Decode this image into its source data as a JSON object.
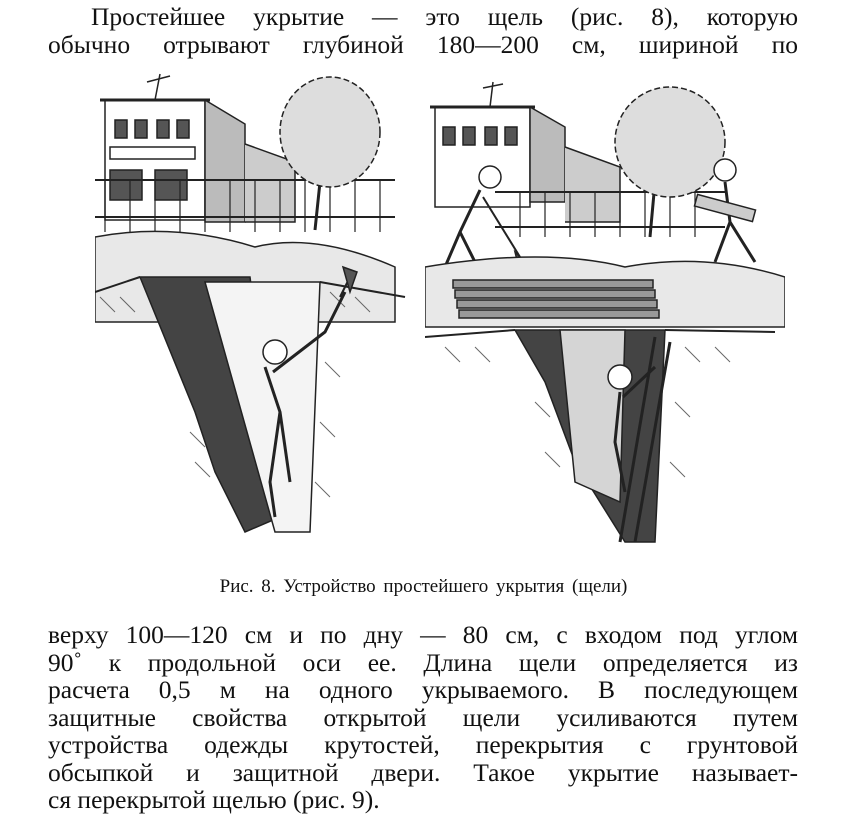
{
  "document": {
    "paragraph_1": {
      "lines": [
        "Простейшее укрытие — это щель (рис. 8), которую",
        "обычно отрывают глубиной 180—200 см, шириной по"
      ]
    },
    "figure": {
      "caption": "Рис. 8. Устройство простейшего укрытия (щели)",
      "panels": [
        {
          "description": "Soldier digging an open trench (щель) with a shovel; building, fence and tree in background"
        },
        {
          "description": "Covered trench: timber overhead cover being laid, two workers on surface, man climbing ladder inside trench"
        }
      ]
    },
    "paragraph_2": {
      "lines": [
        "верху 100—120 см и по дну — 80 см, с входом под углом",
        "90˚ к продольной оси ее. Длина щели определяется из",
        "расчета 0,5 м на одного укрываемого. В последующем",
        "защитные свойства открытой щели усиливаются путем",
        "устройства одежды крутостей, перекрытия с грунтовой",
        "обсыпкой и защитной двери. Такое укрытие называет-",
        "ся перекрытой щелью (рис. 9)."
      ]
    }
  }
}
